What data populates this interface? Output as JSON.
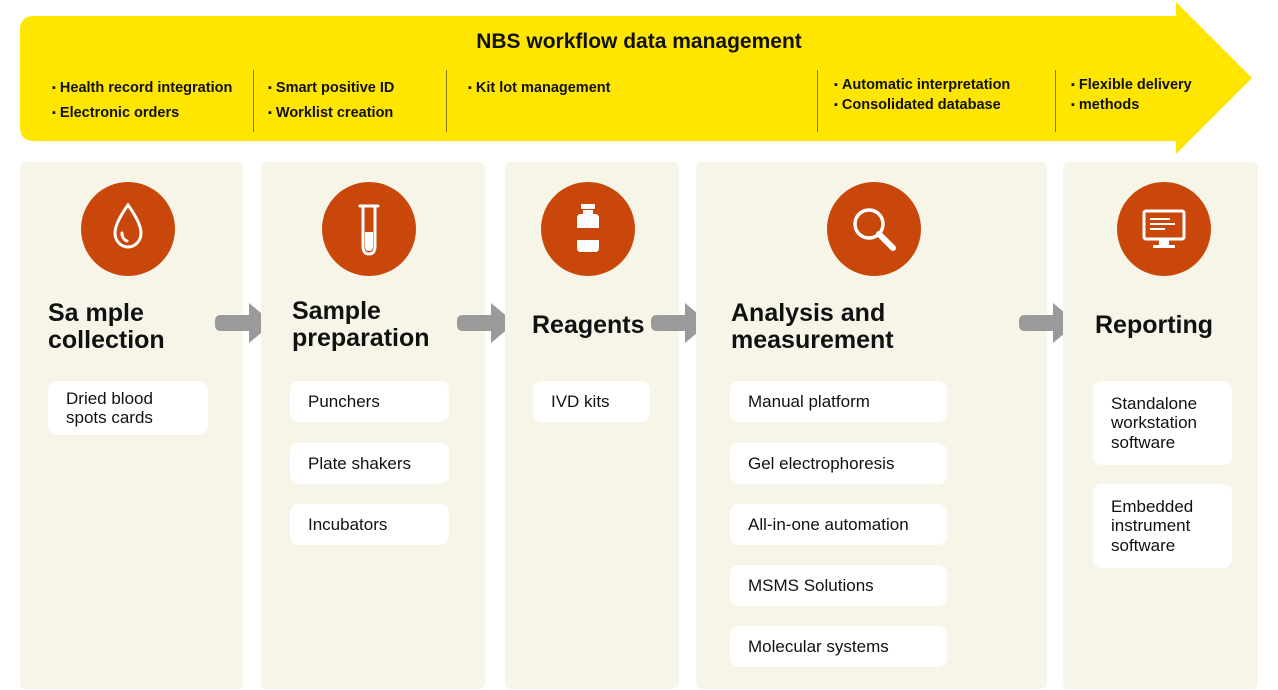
{
  "banner": {
    "title": "NBS workflow data management",
    "groups": [
      [
        "Health record integration",
        "Electronic orders"
      ],
      [
        "Smart positive ID",
        "Worklist creation"
      ],
      [
        "Kit lot management"
      ],
      [
        "Automatic interpretation",
        "Consolidated database"
      ],
      [
        "Flexible delivery",
        "methods"
      ]
    ]
  },
  "colors": {
    "banner": "#ffe600",
    "accent": "#c9470b",
    "panel": "#f7f5e8",
    "arrow": "#9a9a9a"
  },
  "stages": [
    {
      "icon": "blood-drop-icon",
      "title": "Sa mple\ncollection",
      "items": [
        "Dried blood\nspots cards"
      ]
    },
    {
      "icon": "test-tube-icon",
      "title": "Sample\npreparation",
      "items": [
        "Punchers",
        "Plate shakers",
        "Incubators"
      ]
    },
    {
      "icon": "vial-icon",
      "title": "Reagents",
      "items": [
        "IVD kits"
      ]
    },
    {
      "icon": "magnifier-icon",
      "title": "Analysis and\nmeasurement",
      "items": [
        "Manual platform",
        "Gel electrophoresis",
        "All-in-one automation",
        "MSMS Solutions",
        "Molecular systems"
      ]
    },
    {
      "icon": "monitor-icon",
      "title": "Reporting",
      "items": [
        "Standalone\nworkstation\nsoftware",
        "Embedded\ninstrument\nsoftware"
      ]
    }
  ]
}
